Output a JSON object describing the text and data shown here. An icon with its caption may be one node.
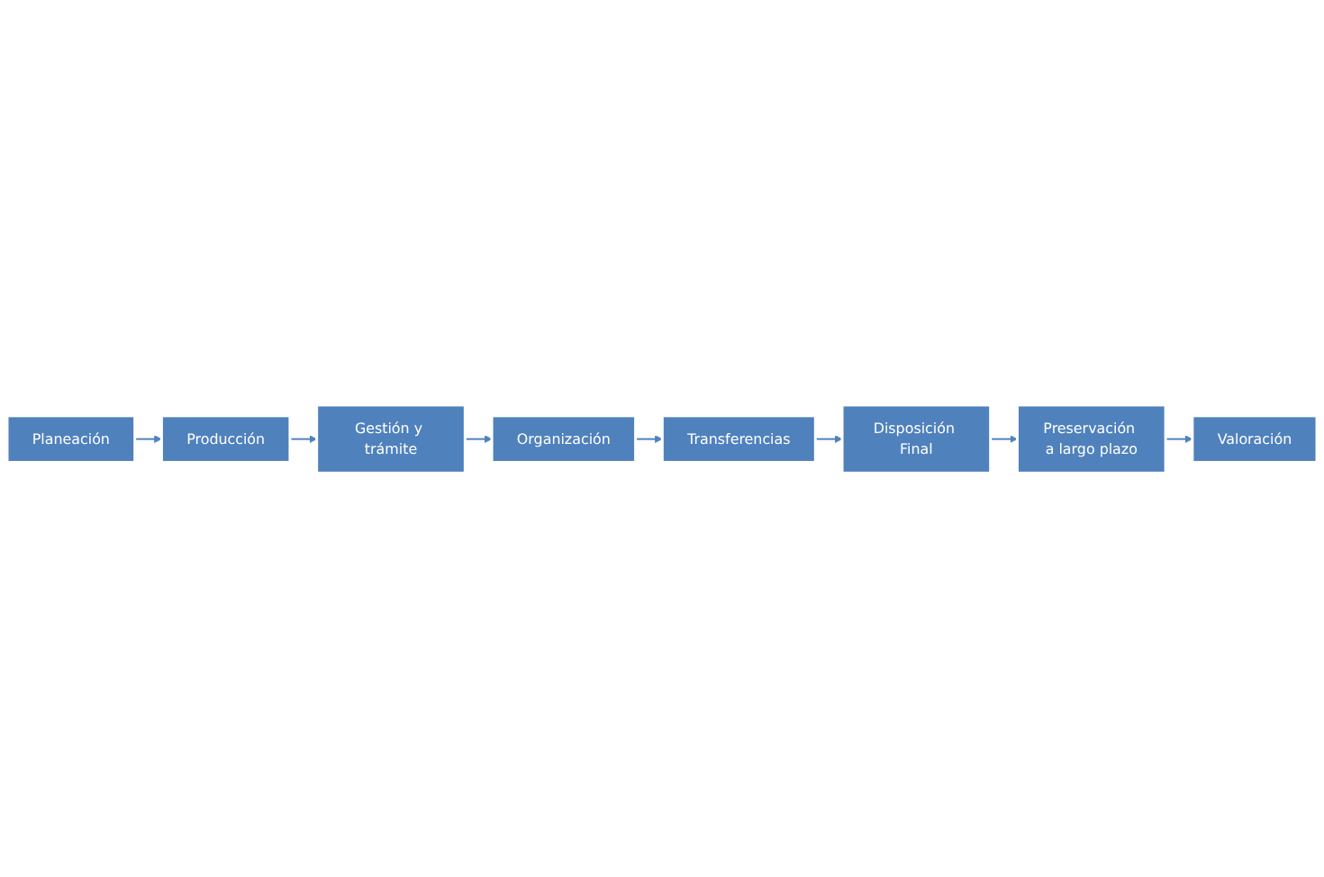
{
  "diagram": {
    "nodes": [
      {
        "text": [
          "Planeación"
        ]
      },
      {
        "text": [
          "Producción"
        ]
      },
      {
        "text": [
          "Gestión y trámite"
        ]
      },
      {
        "text": [
          "Organización"
        ]
      },
      {
        "text": [
          "Transferencias"
        ]
      },
      {
        "text": [
          "Disposición Final"
        ]
      },
      {
        "text": [
          "Preservación a largo plazo"
        ]
      },
      {
        "text": [
          "Valoración"
        ]
      }
    ],
    "edges": [
      {
        "from": 0,
        "to": 1,
        "arrow": "to"
      },
      {
        "from": 1,
        "to": 2,
        "arrow": "to"
      },
      {
        "from": 2,
        "to": 3,
        "arrow": "to"
      },
      {
        "from": 3,
        "to": 4,
        "arrow": "to"
      },
      {
        "from": 4,
        "to": 5,
        "arrow": "to"
      },
      {
        "from": 5,
        "to": 6,
        "arrow": "to"
      },
      {
        "from": 6,
        "to": 7,
        "arrow": "to"
      }
    ]
  }
}
